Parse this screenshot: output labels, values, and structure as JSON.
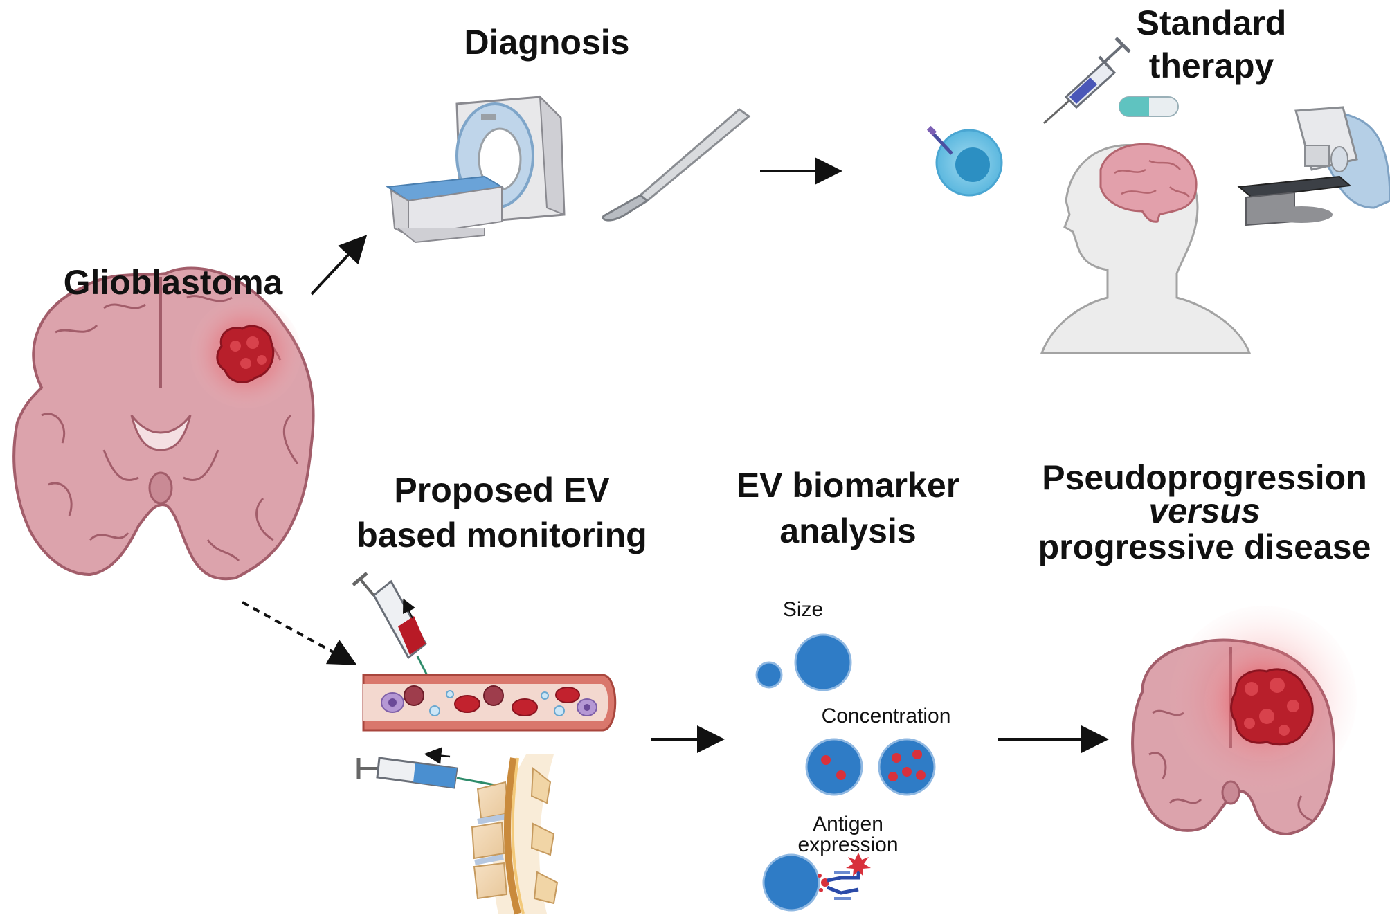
{
  "labels": {
    "glioblastoma": "Glioblastoma",
    "diagnosis": "Diagnosis",
    "standard_therapy_line1": "Standard",
    "standard_therapy_line2": "therapy",
    "ev_monitoring_line1": "Proposed EV",
    "ev_monitoring_line2": "based monitoring",
    "ev_biomarker_line1": "EV biomarker",
    "ev_biomarker_line2": "analysis",
    "outcome_line1": "Pseudoprogression",
    "outcome_line2": "versus",
    "outcome_line3": "progressive disease",
    "size": "Size",
    "concentration": "Concentration",
    "antigen_line1": "Antigen",
    "antigen_line2": "expression"
  },
  "icons": [
    "brain-tumor-icon",
    "mri-scanner-icon",
    "scalpel-icon",
    "cell-biopsy-icon",
    "syringe-icon",
    "capsule-icon",
    "patient-head-icon",
    "radiotherapy-machine-icon",
    "blood-vessel-icon",
    "blood-syringe-icon",
    "lumbar-puncture-icon",
    "spine-icon",
    "ev-size-icon",
    "ev-concentration-icon",
    "ev-antigen-icon",
    "brain-tumor-large-icon"
  ],
  "colors": {
    "brain": "#d99aa4",
    "brain_edge": "#a8606c",
    "tumor": "#c8323a",
    "ev_blue": "#2f7cc6",
    "vessel": "#d9796d"
  }
}
